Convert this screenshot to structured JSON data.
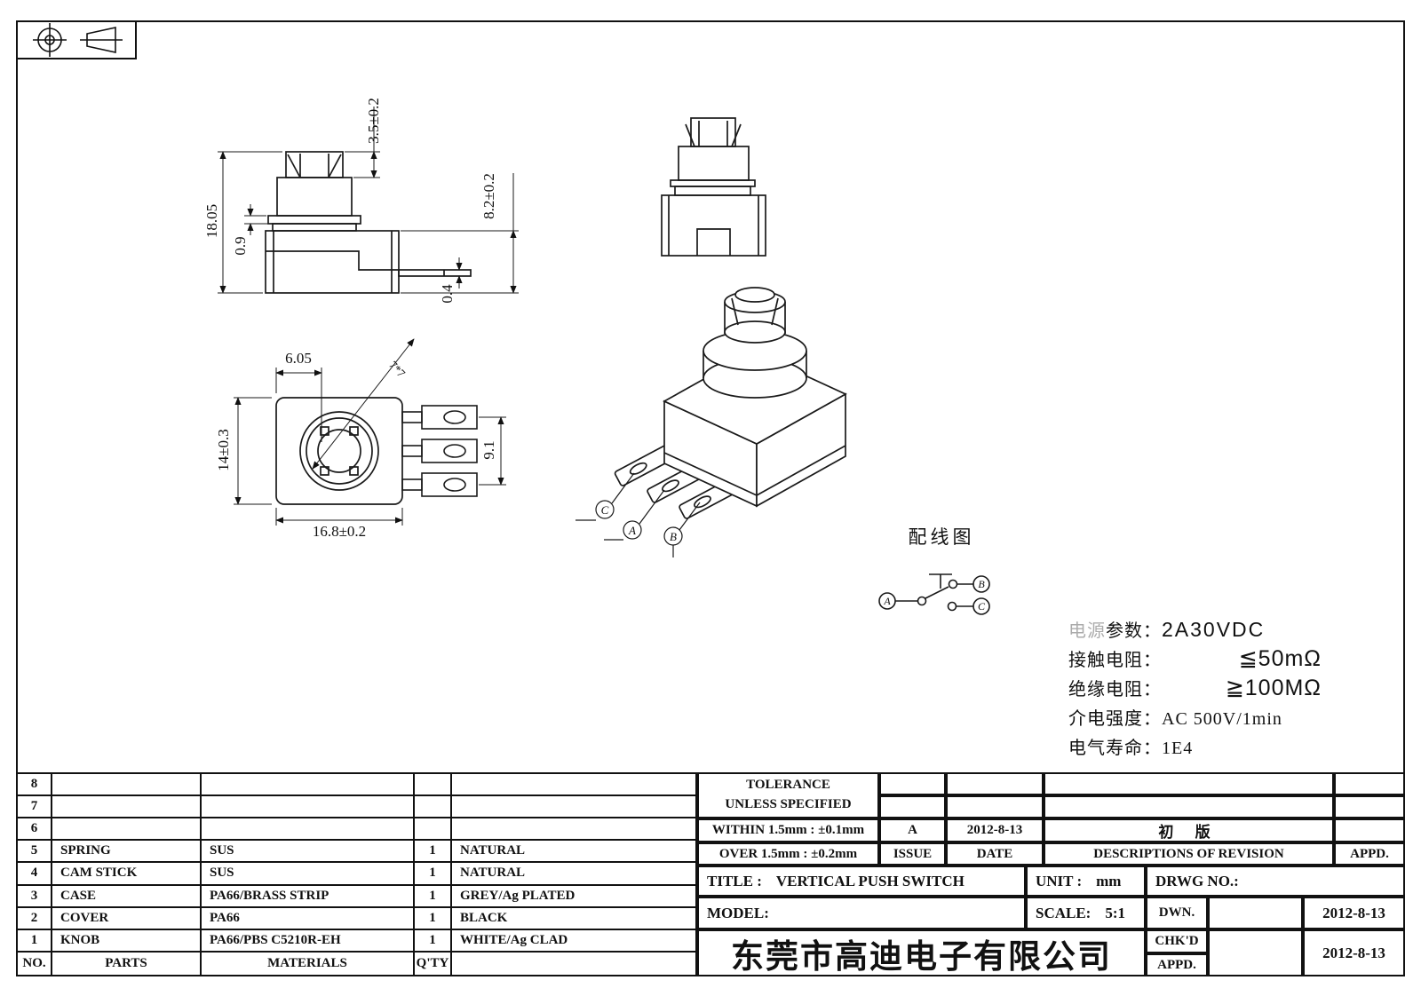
{
  "dims": {
    "side_knob_height": "3.5±0.2",
    "side_height_total": "18.05",
    "side_flange": "0.9",
    "side_body_height": "8.2±0.2",
    "side_terminal_thickness": "0.4",
    "bottom_offset": "6.05",
    "bottom_knob_square": "7*7",
    "bottom_body_width": "14±0.3",
    "bottom_terminal_span": "9.1",
    "bottom_body_length": "16.8±0.2"
  },
  "iso": {
    "c": "C",
    "a": "A",
    "b": "B"
  },
  "wiring": {
    "title": "配线图",
    "a": "A",
    "b": "B",
    "c": "C"
  },
  "specs": {
    "line1": {
      "faded": "电源",
      "label": "参数：",
      "value": "2A30VDC"
    },
    "line2": {
      "label": "接触电阻：",
      "value": "≦50mΩ"
    },
    "line3": {
      "label": "绝缘电阻：",
      "value": "≧100MΩ"
    },
    "line4": {
      "label": "介电强度：",
      "value": "AC 500V/1min"
    },
    "line5": {
      "label": "电气寿命：",
      "value": "1E4"
    }
  },
  "parts_table": {
    "headers": {
      "no": "NO.",
      "parts": "PARTS",
      "materials": "MATERIALS",
      "qty": "Q'TY",
      "finish": ""
    },
    "rows": [
      {
        "no": "8",
        "parts": "",
        "materials": "",
        "qty": "",
        "finish": ""
      },
      {
        "no": "7",
        "parts": "",
        "materials": "",
        "qty": "",
        "finish": ""
      },
      {
        "no": "6",
        "parts": "",
        "materials": "",
        "qty": "",
        "finish": ""
      },
      {
        "no": "5",
        "parts": "SPRING",
        "materials": "SUS",
        "qty": "1",
        "finish": "NATURAL"
      },
      {
        "no": "4",
        "parts": "CAM STICK",
        "materials": "SUS",
        "qty": "1",
        "finish": "NATURAL"
      },
      {
        "no": "3",
        "parts": "CASE",
        "materials": "PA66/BRASS STRIP",
        "qty": "1",
        "finish": "GREY/Ag PLATED"
      },
      {
        "no": "2",
        "parts": "COVER",
        "materials": "PA66",
        "qty": "1",
        "finish": "BLACK"
      },
      {
        "no": "1",
        "parts": "KNOB",
        "materials": "PA66/PBS C5210R-EH",
        "qty": "1",
        "finish": "WHITE/Ag CLAD"
      }
    ]
  },
  "tolerance": {
    "line1": "TOLERANCE",
    "line2": "UNLESS  SPECIFIED",
    "within": "WITHIN 1.5mm : ±0.1mm",
    "over": "OVER 1.5mm : ±0.2mm"
  },
  "revision": {
    "issue": "A",
    "date": "2012-8-13",
    "desc": "初 版",
    "issue_label": "ISSUE",
    "date_label": "DATE",
    "desc_label": "DESCRIPTIONS OF REVISION",
    "appd_label": "APPD."
  },
  "title_block": {
    "title_label": "TITLE :",
    "title_value": "VERTICAL PUSH SWITCH",
    "unit_label": "UNIT :",
    "unit_value": "mm",
    "drwg_label": "DRWG NO.:",
    "model_label": "MODEL:",
    "scale_label": "SCALE:",
    "scale_value": "5:1",
    "dwn_label": "DWN.",
    "dwn_date": "2012-8-13",
    "chkd_label": "CHK'D",
    "chkd_date": "2012-8-13",
    "appd_label": "APPD.",
    "company": "东莞市高迪电子有限公司"
  }
}
